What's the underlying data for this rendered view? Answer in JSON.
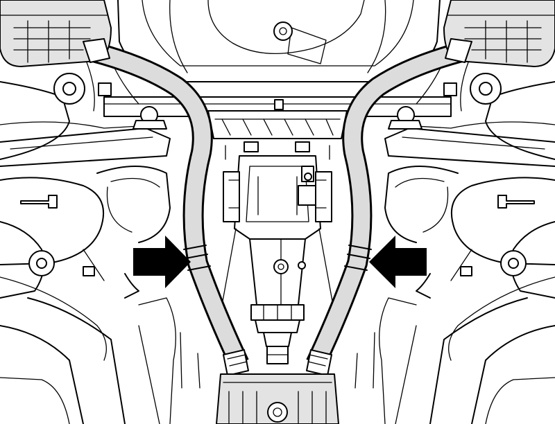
{
  "diagram": {
    "kind": "exhaust-system-underbody-line-drawing",
    "colors": {
      "line": "#000000",
      "background": "#ffffff",
      "pipe_fill": "#dcdcdc",
      "muffler_fill": "#e3e3e3",
      "arrow_fill": "#000000"
    },
    "arrows": [
      {
        "side": "left",
        "points_toward": "left-exhaust-pipe-clamp"
      },
      {
        "side": "right",
        "points_toward": "right-exhaust-pipe-clamp"
      }
    ],
    "components": [
      "left-rear-muffler",
      "right-rear-muffler",
      "left-exhaust-pipe",
      "right-exhaust-pipe",
      "left-pipe-clamp",
      "right-pipe-clamp",
      "center-muffler",
      "rear-differential",
      "rear-subframe",
      "fuel-tank"
    ]
  }
}
